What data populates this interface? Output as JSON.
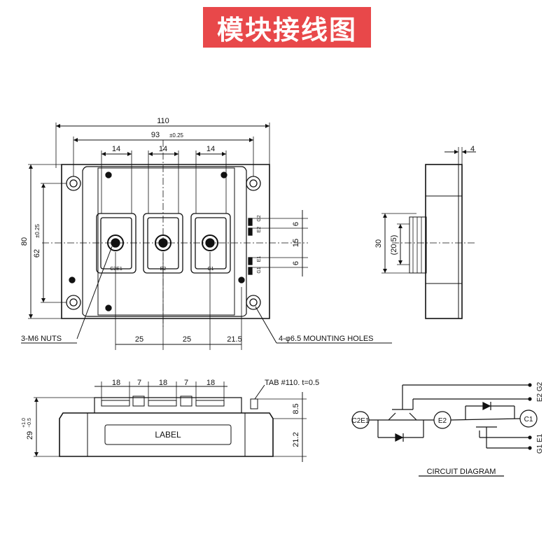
{
  "title": "模块接线图",
  "top_view": {
    "dim_overall_width": "110",
    "dim_hole_spacing": "93",
    "dim_hole_tol": "±0.25",
    "dim_terminal_width": "14",
    "dim_overall_height": "80",
    "dim_hole_height": "62",
    "dim_hole_height_tol": "±0.25",
    "dim_pin_spacing_a": "6",
    "dim_pin_spacing_b": "15",
    "dim_pin_spacing_c": "6",
    "dim_bottom_a": "25",
    "dim_bottom_b": "25",
    "dim_bottom_c": "21.5",
    "terminal_labels": [
      "C2E1",
      "E2",
      "C1"
    ],
    "pin_labels_top": [
      "G2",
      "E2"
    ],
    "pin_labels_bottom": [
      "E1",
      "G1"
    ],
    "callout_nuts": "3-M6 NUTS",
    "callout_holes": "4-φ6.5 MOUNTING HOLES"
  },
  "side_view": {
    "dim_thickness": "4",
    "dim_30": "30",
    "dim_20_5": "(20.5)"
  },
  "front_view": {
    "dim_18": "18",
    "dim_7": "7",
    "dim_height_total": "29",
    "dim_height_tol_plus": "+1.0",
    "dim_height_tol_minus": "−0.5",
    "dim_8_5": "8.5",
    "dim_21_2": "21.2",
    "tab_note": "TAB #110. t=0.5",
    "label_text": "LABEL"
  },
  "circuit": {
    "node_c2e1": "C2E1",
    "node_e2": "E2",
    "node_c1": "C1",
    "pin_e2g2": "E2 G2",
    "pin_g1e1": "G1 E1",
    "caption": "CIRCUIT DIAGRAM"
  }
}
